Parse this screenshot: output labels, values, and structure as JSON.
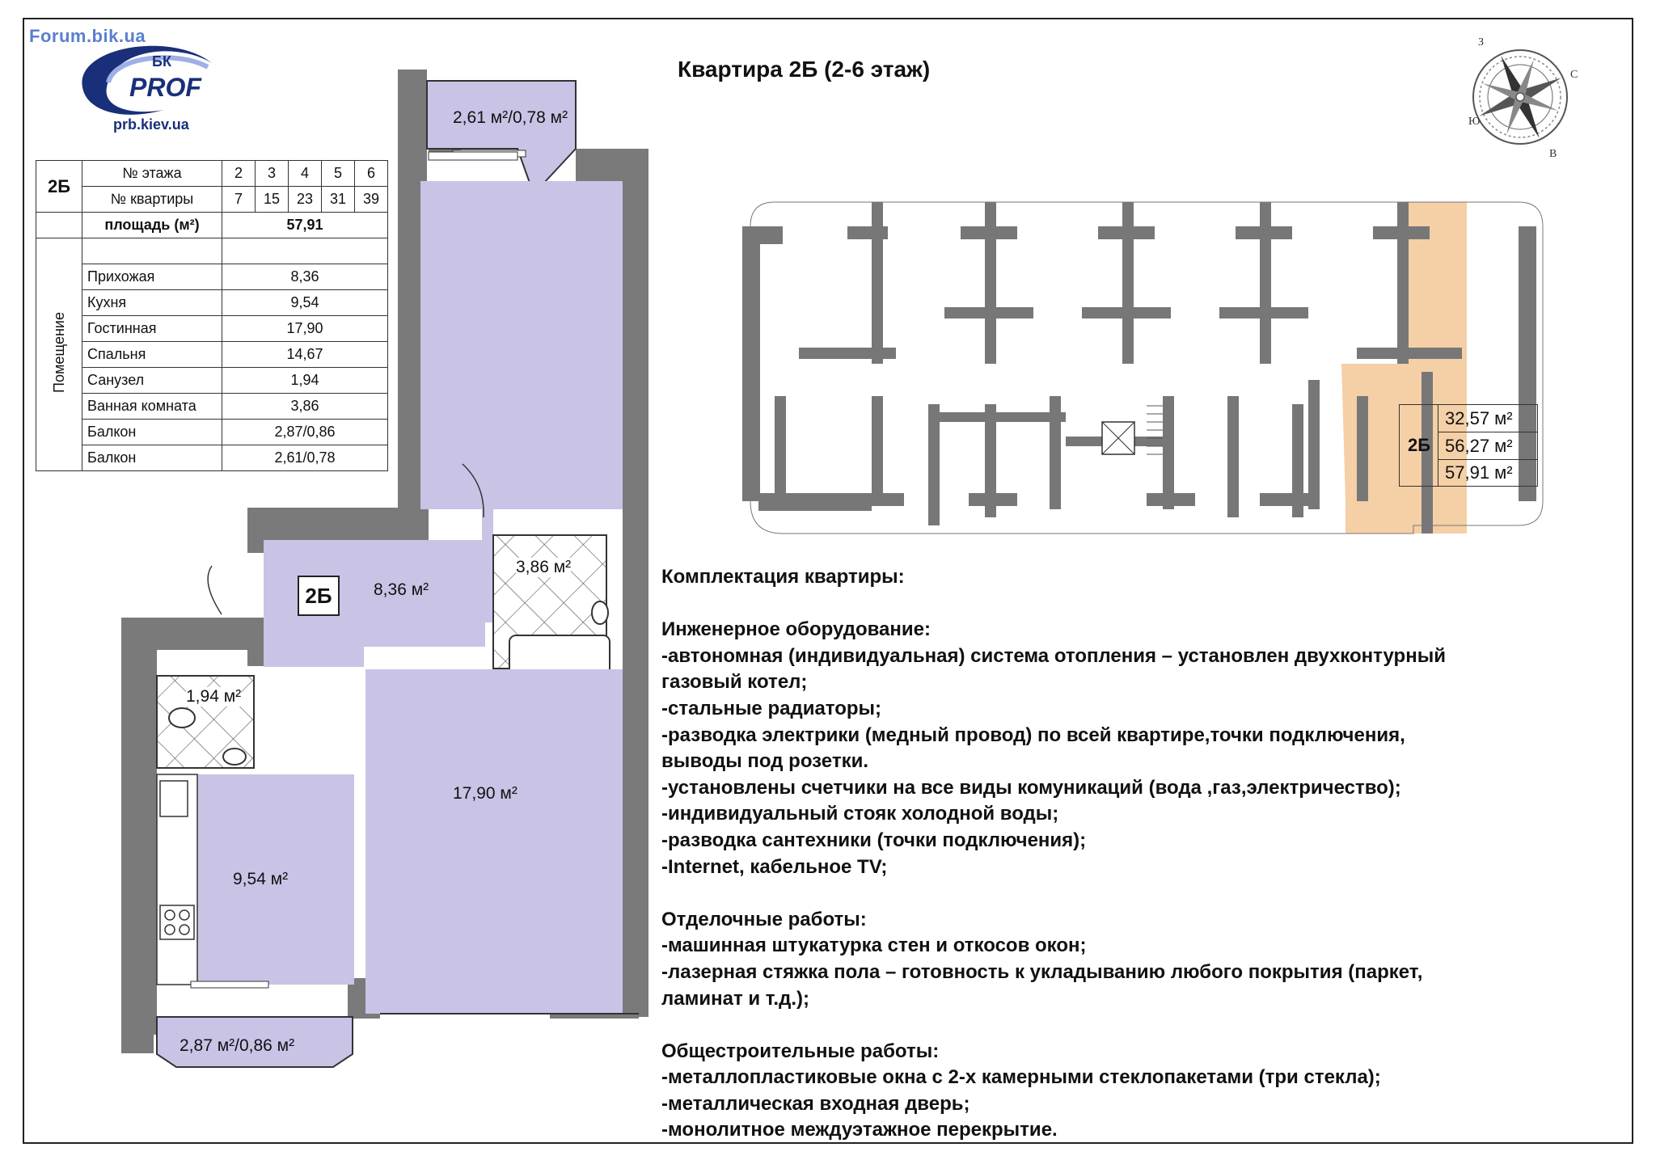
{
  "logo": {
    "watermark": "Forum.bik.ua",
    "bk": "БК",
    "brand": "PROF",
    "site": "prb.kiev.ua"
  },
  "title": "Квартира 2Б (2-6 этаж)",
  "compass": {
    "letters": [
      "З",
      "С",
      "Ю",
      "В"
    ]
  },
  "table": {
    "apt_code": "2Б",
    "floor_label": "№ этажа",
    "floors": [
      "2",
      "3",
      "4",
      "5",
      "6"
    ],
    "apt_label": "№ квартиры",
    "apts": [
      "7",
      "15",
      "23",
      "31",
      "39"
    ],
    "area_label": "площадь (м²)",
    "area_value": "57,91",
    "rooms_header": "Помещение",
    "rooms": [
      {
        "name": "Прихожая",
        "value": "8,36"
      },
      {
        "name": "Кухня",
        "value": "9,54"
      },
      {
        "name": "Гостинная",
        "value": "17,90"
      },
      {
        "name": "Спальня",
        "value": "14,67"
      },
      {
        "name": "Санузел",
        "value": "1,94"
      },
      {
        "name": "Ванная комната",
        "value": "3,86"
      },
      {
        "name": "Балкон",
        "value": "2,87/0,86"
      },
      {
        "name": "Балкон",
        "value": "2,61/0,78"
      }
    ]
  },
  "plan": {
    "balcony_top": "2,61 м²/0,78 м²",
    "hall": "8,36 м²",
    "apt_tag": "2Б",
    "bath": "3,86 м²",
    "wc": "1,94 м²",
    "kitchen": "9,54 м²",
    "living": "17,90 м²",
    "balcony_bottom": "2,87 м²/0,86 м²"
  },
  "floorplan": {
    "apt_tag": "2Б",
    "areas": [
      "32,57 м²",
      "56,27 м²",
      "57,91 м²"
    ],
    "highlight_color": "#f5cfa6"
  },
  "spec": [
    "Комплектация квартиры:",
    "",
    "Инженерное оборудование:",
    "-автономная (индивидуальная) система отопления – установлен двухконтурный",
    "газовый котел;",
    "-стальные радиаторы;",
    "-разводка электрики (медный провод) по всей квартире,точки подключения,",
    "выводы под розетки.",
    "-установлены счетчики на все виды комуникаций (вода ,газ,электричество);",
    "-индивидуальный стояк холодной воды;",
    "-разводка сантехники (точки подключения);",
    "-Internet, кабельное TV;",
    "",
    "Отделочные работы:",
    "-машинная штукатурка стен и откосов окон;",
    "-лазерная стяжка пола – готовность к  укладыванию любого покрытия (паркет,",
    "ламинат и т.д.);",
    "",
    "Общестроительные работы:",
    "-металлопластиковые окна с 2-х камерными стеклопакетами (три стекла);",
    "-металлическая входная дверь;",
    "-монолитное междуэтажное перекрытие."
  ],
  "colors": {
    "room_fill": "#c9c3e6",
    "wall": "#7a7a7a",
    "highlight": "#f5cfa6"
  }
}
